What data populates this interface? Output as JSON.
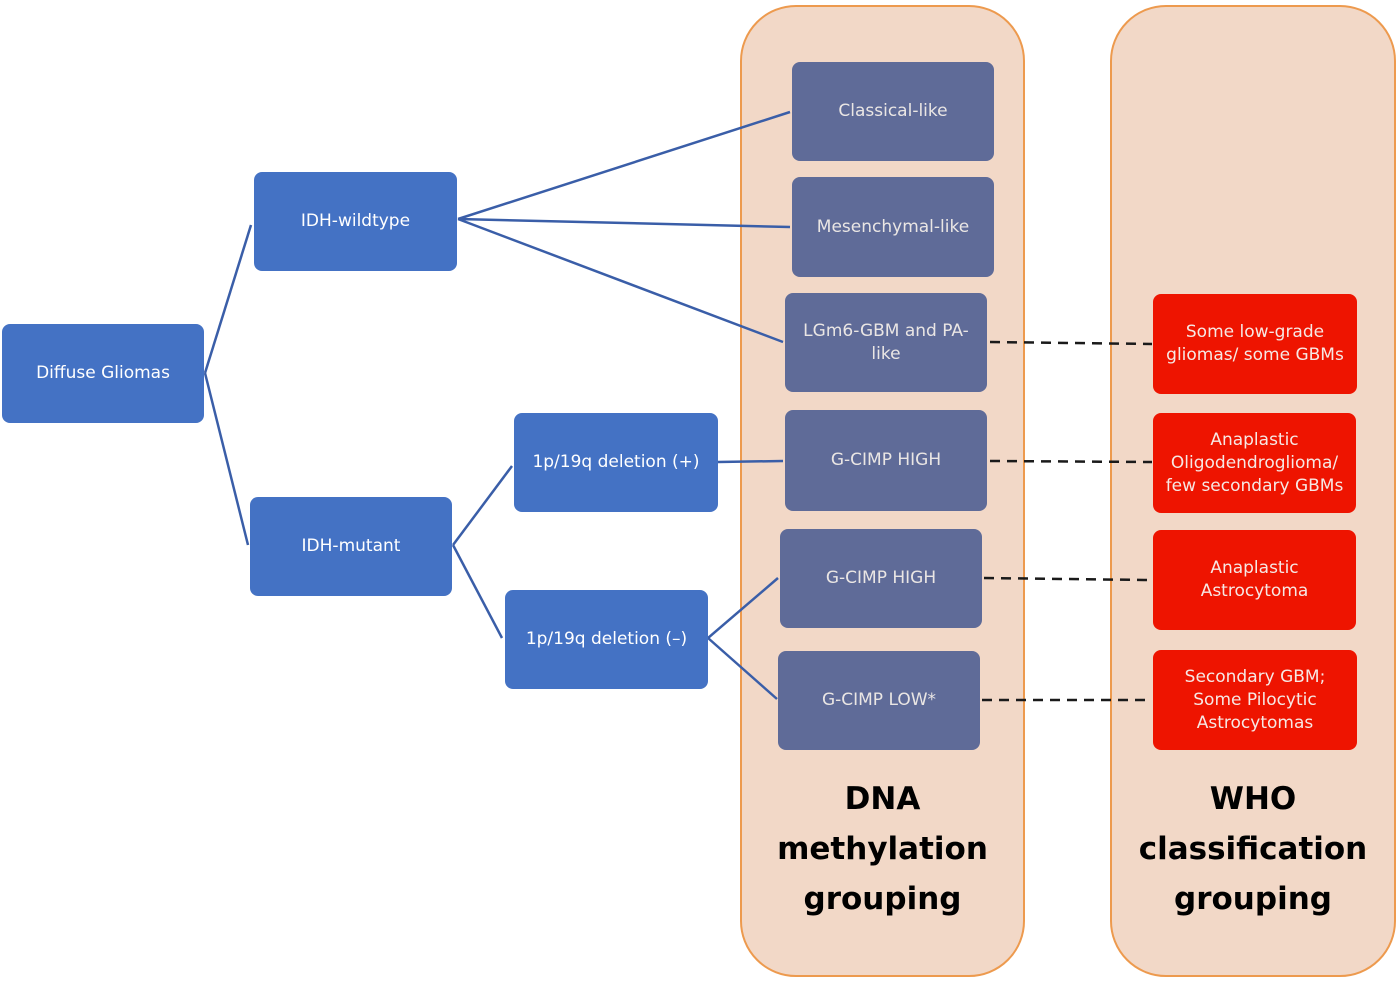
{
  "colors": {
    "root_blue": "#4472c4",
    "methylation_box": "#5f6b98",
    "who_box": "#ee1400",
    "panel_fill": "#f2d8c7",
    "panel_border": "#ed9a4e",
    "connector": "#3a5ea8",
    "dashed_connector": "#1a1a1a"
  },
  "nodes": {
    "root": "Diffuse Gliomas",
    "idh_wildtype": "IDH-wildtype",
    "idh_mutant": "IDH-mutant",
    "codel_pos": "1p/19q deletion (+)",
    "codel_neg": "1p/19q deletion (–)"
  },
  "methylation": {
    "title": "DNA\nmethylation\ngrouping",
    "items": [
      "Classical-like",
      "Mesenchymal-like",
      "LGm6-GBM and PA-\nlike",
      "G-CIMP HIGH",
      "G-CIMP HIGH",
      "G-CIMP LOW*"
    ]
  },
  "who": {
    "title": "WHO\nclassification\ngrouping",
    "items": [
      "Some low-grade\ngliomas/ some GBMs",
      "Anaplastic\nOligodendroglioma/\nfew secondary GBMs",
      "Anaplastic\nAstrocytoma",
      "Secondary GBM;\nSome Pilocytic\nAstrocytomas"
    ]
  }
}
